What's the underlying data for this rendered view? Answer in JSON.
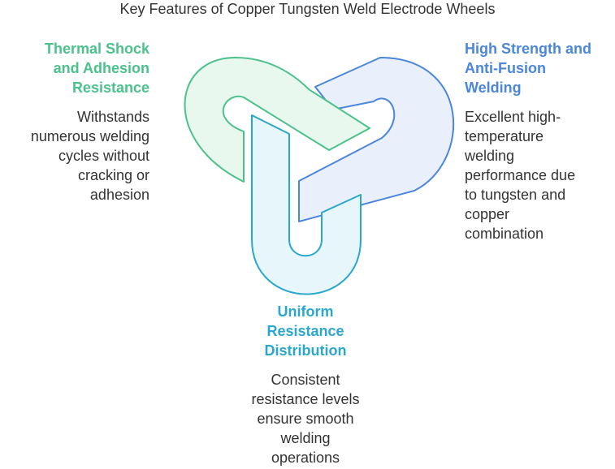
{
  "title": "Key Features of Copper Tungsten Weld Electrode Wheels",
  "colors": {
    "green": "#4cc28b",
    "blue": "#4a86db",
    "cyan": "#2aa7cd"
  },
  "features": {
    "left": {
      "heading": "Thermal Shock\nand Adhesion\nResistance",
      "body": "Withstands\nnumerous welding\ncycles without\ncracking or\nadhesion"
    },
    "right": {
      "heading": "High Strength and\nAnti-Fusion\nWelding",
      "body": "Excellent high-\ntemperature\nwelding\nperformance due\nto tungsten and\ncopper\ncombination"
    },
    "bottom": {
      "heading": "Uniform\nResistance\nDistribution",
      "body": "Consistent\nresistance levels\nensure smooth\nwelding\noperations"
    }
  }
}
